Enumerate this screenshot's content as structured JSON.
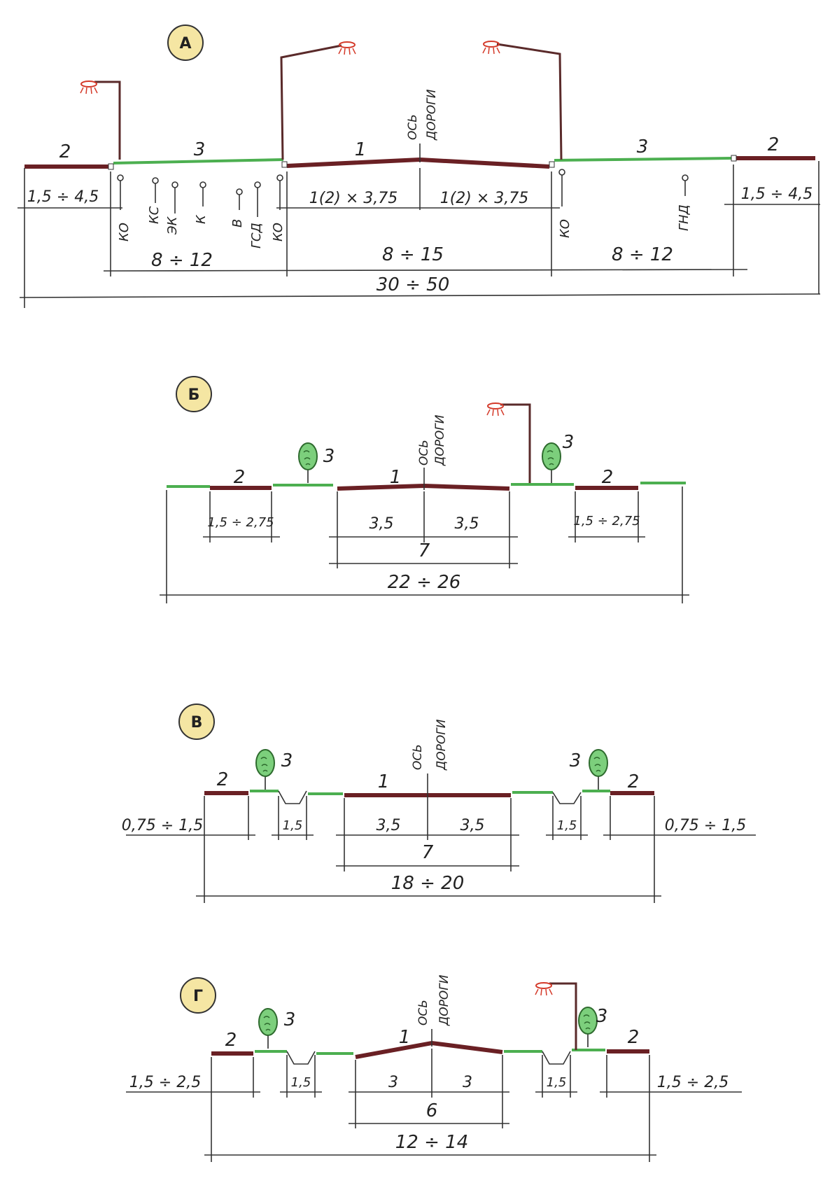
{
  "axis_label_top": "ОСЬ",
  "axis_label_bottom": "ДОРОГИ",
  "sections": {
    "A": {
      "title": "А",
      "zone_labels": [
        "2",
        "3",
        "1",
        "3",
        "2"
      ],
      "utilities": [
        "КО",
        "КС",
        "ЭК",
        "К",
        "В",
        "ГСД",
        "КО",
        "КО",
        "ГНД"
      ],
      "dims": {
        "walk_left": "1,5 ÷ 4,5",
        "lane_left": "1(2) × 3,75",
        "lane_right": "1(2) × 3,75",
        "walk_right": "1,5 ÷ 4,5",
        "strip_left": "8 ÷ 12",
        "carriageway": "8 ÷ 15",
        "strip_right": "8 ÷ 12",
        "total": "30 ÷ 50"
      }
    },
    "B": {
      "title": "Б",
      "zone_labels": [
        "2",
        "3",
        "1",
        "3",
        "2"
      ],
      "dims": {
        "walk_left": "1,5 ÷ 2,75",
        "lane_left": "3,5",
        "lane_right": "3,5",
        "walk_right": "1,5 ÷ 2,75",
        "carriageway": "7",
        "total": "22 ÷ 26"
      }
    },
    "C": {
      "title": "В",
      "zone_labels": [
        "2",
        "3",
        "1",
        "3",
        "2"
      ],
      "dims": {
        "walk_left": "0,75 ÷ 1,5",
        "ditch_left": "1,5",
        "lane_left": "3,5",
        "lane_right": "3,5",
        "ditch_right": "1,5",
        "walk_right": "0,75 ÷ 1,5",
        "carriageway": "7",
        "total": "18 ÷ 20"
      }
    },
    "D": {
      "title": "Г",
      "zone_labels": [
        "2",
        "3",
        "1",
        "3",
        "2"
      ],
      "dims": {
        "walk_left": "1,5 ÷ 2,5",
        "ditch_left": "1,5",
        "lane_left": "3",
        "lane_right": "3",
        "ditch_right": "1,5",
        "walk_right": "1,5 ÷ 2,5",
        "carriageway": "6",
        "total": "12 ÷ 14"
      }
    }
  },
  "colors": {
    "pavement": "#6a2024",
    "grass": "#4caf50",
    "badge": "#f5e6a3",
    "lamp": "#d43a2a",
    "tree": "#3d8b3d"
  }
}
